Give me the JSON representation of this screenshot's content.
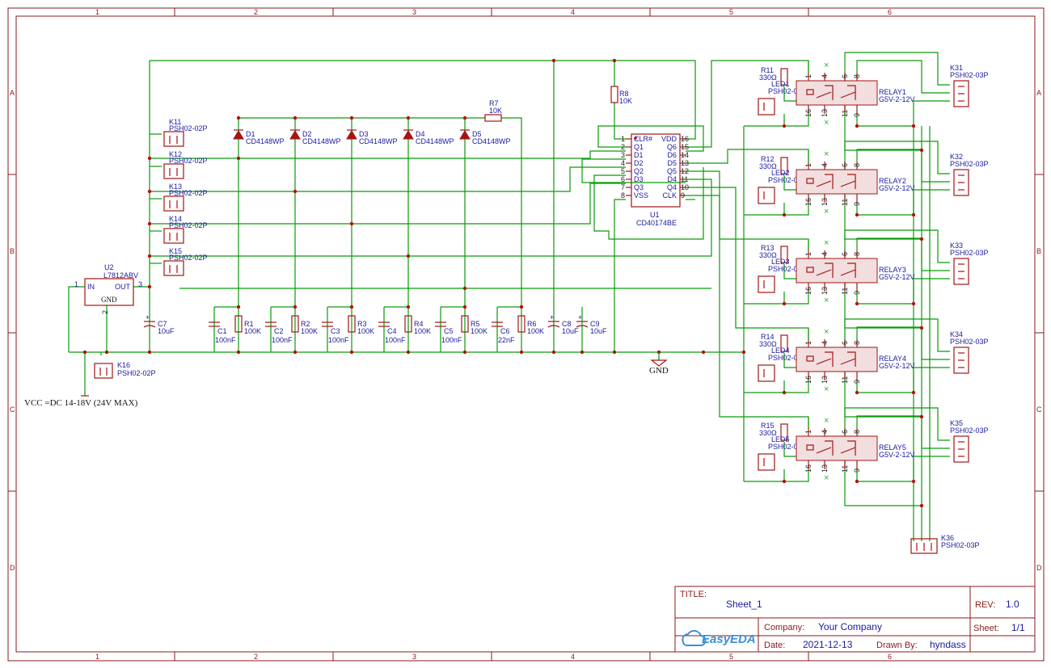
{
  "border": {
    "columns": [
      "1",
      "2",
      "3",
      "4",
      "5",
      "6"
    ],
    "rows": [
      "A",
      "B",
      "C",
      "D"
    ]
  },
  "components": {
    "connectors_left": [
      {
        "ref": "K11",
        "value": "PSH02-02P"
      },
      {
        "ref": "K12",
        "value": "PSH02-02P"
      },
      {
        "ref": "K13",
        "value": "PSH02-02P"
      },
      {
        "ref": "K14",
        "value": "PSH02-02P"
      },
      {
        "ref": "K15",
        "value": "PSH02-02P"
      }
    ],
    "diodes": [
      {
        "ref": "D1",
        "value": "CD4148WP"
      },
      {
        "ref": "D2",
        "value": "CD4148WP"
      },
      {
        "ref": "D3",
        "value": "CD4148WP"
      },
      {
        "ref": "D4",
        "value": "CD4148WP"
      },
      {
        "ref": "D5",
        "value": "CD4148WP"
      }
    ],
    "resistors_low": [
      {
        "ref": "R1",
        "value": "100K"
      },
      {
        "ref": "R2",
        "value": "100K"
      },
      {
        "ref": "R3",
        "value": "100K"
      },
      {
        "ref": "R4",
        "value": "100K"
      },
      {
        "ref": "R5",
        "value": "100K"
      },
      {
        "ref": "R6",
        "value": "100K"
      }
    ],
    "caps_low": [
      {
        "ref": "C1",
        "value": "100nF"
      },
      {
        "ref": "C2",
        "value": "100nF"
      },
      {
        "ref": "C3",
        "value": "100nF"
      },
      {
        "ref": "C4",
        "value": "100nF"
      },
      {
        "ref": "C5",
        "value": "100nF"
      },
      {
        "ref": "C6",
        "value": "22nF"
      }
    ],
    "r7": {
      "ref": "R7",
      "value": "10K"
    },
    "r8": {
      "ref": "R8",
      "value": "10K"
    },
    "c7": {
      "ref": "C7",
      "value": "10uF"
    },
    "c8": {
      "ref": "C8",
      "value": "10uF"
    },
    "c9": {
      "ref": "C9",
      "value": "10uF"
    },
    "u2": {
      "ref": "U2",
      "value": "L7812ABV",
      "pin_in": "IN",
      "pin_out": "OUT",
      "pin_gnd": "GND",
      "n_in": "1",
      "n_out": "3",
      "n_gnd": "2"
    },
    "k16": {
      "ref": "K16",
      "value": "PSH02-02P"
    },
    "u1": {
      "ref": "U1",
      "value": "CD40174BE",
      "left_pins": [
        {
          "num": "1",
          "name": "CLR#"
        },
        {
          "num": "2",
          "name": "Q1"
        },
        {
          "num": "3",
          "name": "D1"
        },
        {
          "num": "4",
          "name": "D2"
        },
        {
          "num": "5",
          "name": "Q2"
        },
        {
          "num": "6",
          "name": "D3"
        },
        {
          "num": "7",
          "name": "Q3"
        },
        {
          "num": "8",
          "name": "VSS"
        }
      ],
      "right_pins": [
        {
          "num": "16",
          "name": "VDD"
        },
        {
          "num": "15",
          "name": "Q6"
        },
        {
          "num": "14",
          "name": "D6"
        },
        {
          "num": "13",
          "name": "D5"
        },
        {
          "num": "12",
          "name": "Q5"
        },
        {
          "num": "11",
          "name": "D4"
        },
        {
          "num": "10",
          "name": "Q4"
        },
        {
          "num": "9",
          "name": "CLK"
        }
      ]
    },
    "relay_channels": [
      {
        "r_ref": "R11",
        "r_val": "330Ω",
        "led_ref": "LED1",
        "led_val": "PSH02-0",
        "relay_ref": "RELAY1",
        "relay_val": "G5V-2-12V",
        "k_ref": "K31",
        "k_val": "PSH02-03P"
      },
      {
        "r_ref": "R12",
        "r_val": "330Ω",
        "led_ref": "LED2",
        "led_val": "PSH02-0",
        "relay_ref": "RELAY2",
        "relay_val": "G5V-2-12V",
        "k_ref": "K32",
        "k_val": "PSH02-03P"
      },
      {
        "r_ref": "R13",
        "r_val": "330Ω",
        "led_ref": "LED3",
        "led_val": "PSH02-0",
        "relay_ref": "RELAY3",
        "relay_val": "G5V-2-12V",
        "k_ref": "K33",
        "k_val": "PSH02-03P"
      },
      {
        "r_ref": "R14",
        "r_val": "330Ω",
        "led_ref": "LED4",
        "led_val": "PSH02-0",
        "relay_ref": "RELAY4",
        "relay_val": "G5V-2-12V",
        "k_ref": "K34",
        "k_val": "PSH02-03P"
      },
      {
        "r_ref": "R15",
        "r_val": "330Ω",
        "led_ref": "LED5",
        "led_val": "PSH02-0",
        "relay_ref": "RELAY5",
        "relay_val": "G5V-2-12V",
        "k_ref": "K35",
        "k_val": "PSH02-03P"
      }
    ],
    "relay_pins": {
      "p1": "1",
      "p4": "4",
      "p6": "6",
      "p8": "8",
      "p16": "16",
      "p13": "13",
      "p11": "11",
      "p9": "9"
    },
    "k36": {
      "ref": "K36",
      "value": "PSH02-03P"
    },
    "gnd_label": "GND"
  },
  "note": "VCC =DC 14-18V (24V MAX)",
  "title_block": {
    "title_key": "TITLE:",
    "title": "Sheet_1",
    "rev_key": "REV:",
    "rev": "1.0",
    "company_key": "Company:",
    "company": "Your Company",
    "sheet_key": "Sheet:",
    "sheet": "1/1",
    "date_key": "Date:",
    "date": "2021-12-13",
    "drawn_key": "Drawn By:",
    "drawn_by": "hyndass",
    "logo_text": "EasyEDA"
  },
  "colors": {
    "frame": "#8b1a1a",
    "wire": "#0a9a0a",
    "part": "#a31515",
    "label": "#1a1aa0"
  }
}
